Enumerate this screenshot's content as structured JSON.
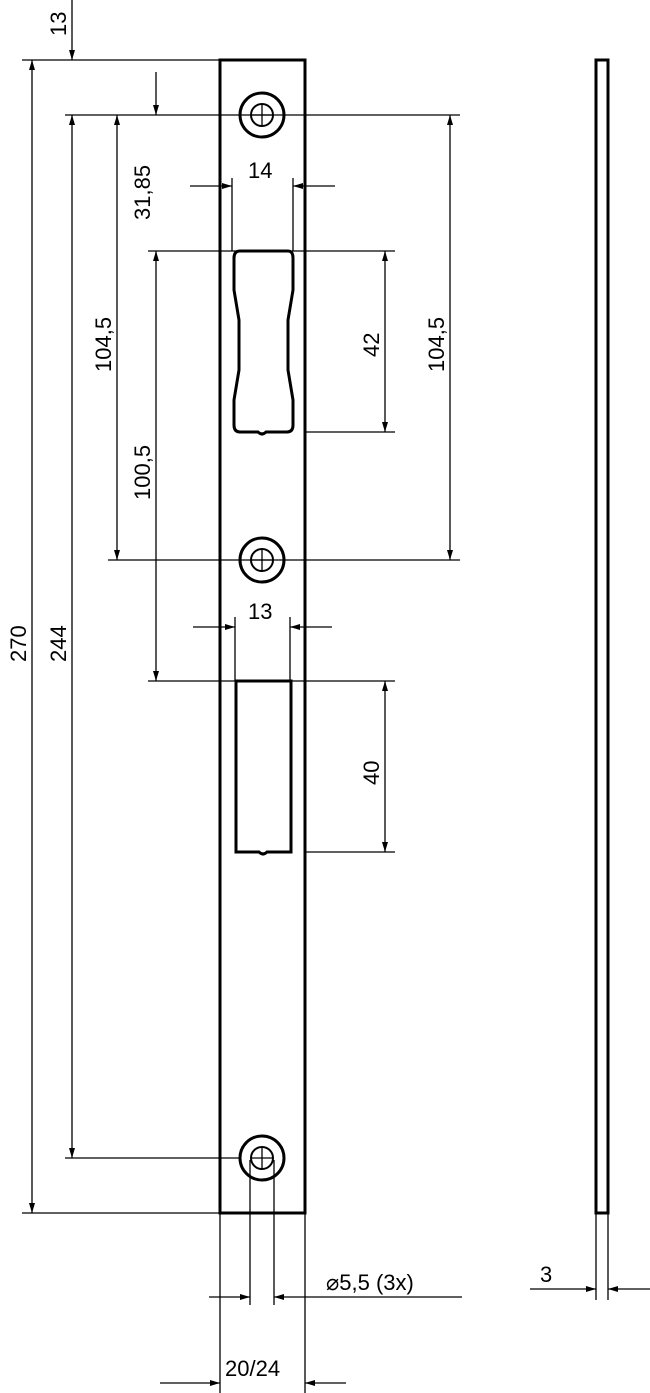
{
  "drawing": {
    "title": "Strike plate technical drawing",
    "units": "mm",
    "dimensions": {
      "top_offset": "13",
      "hole_to_slot_top": "31,85",
      "slot_upper_width": "14",
      "hole_to_hole_left": "104,5",
      "hole_to_slot2_top": "100,5",
      "slot_upper_height": "42",
      "hole_to_hole_right": "104,5",
      "total_length": "270",
      "hole_span": "244",
      "slot_lower_width": "13",
      "slot_lower_height": "40",
      "hole_diameter": "⌀5,5 (3x)",
      "plate_width": "20/24",
      "thickness": "3"
    },
    "colors": {
      "line": "#000000",
      "background": "#ffffff"
    }
  }
}
